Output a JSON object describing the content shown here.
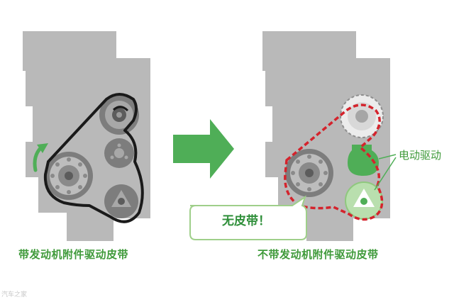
{
  "captions": {
    "left": "带发动机附件驱动皮带",
    "right": "不带发动机附件驱动皮带"
  },
  "callout": {
    "text": "无皮带！"
  },
  "motor_label": "电动驱动",
  "watermark": "汽车之家",
  "colors": {
    "engine_body": "#b9b9b9",
    "pulley_dark": "#7d7d7d",
    "pulley_light": "#bdbdbd",
    "belt": "#1a1a1a",
    "dashed_belt": "#d4232c",
    "accent_green": "#4fae57",
    "callout_border": "#9fcf8a"
  }
}
